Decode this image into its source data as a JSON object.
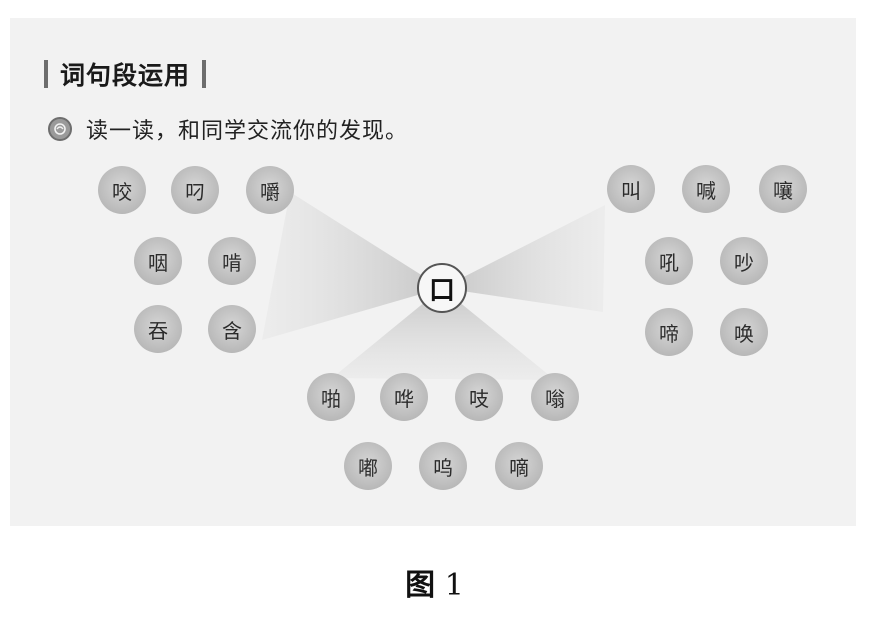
{
  "section": {
    "title": "词句段运用"
  },
  "instruction": {
    "icon": "reading-icon",
    "text": "读一读，和同学交流你的发现。"
  },
  "diagram": {
    "center": "口",
    "left_group": [
      "咬",
      "叼",
      "嚼",
      "咽",
      "啃",
      "吞",
      "含"
    ],
    "right_group": [
      "叫",
      "喊",
      "嚷",
      "吼",
      "吵",
      "啼",
      "唤"
    ],
    "bottom_group": [
      "啪",
      "哗",
      "吱",
      "嗡",
      "嘟",
      "呜",
      "嘀"
    ]
  },
  "caption": {
    "label": "图",
    "number": "1"
  },
  "colors": {
    "panel_background": "#f2f2f2",
    "bubble_fill": "#b9b9b9",
    "ray_fill": "#c8c8c8"
  }
}
